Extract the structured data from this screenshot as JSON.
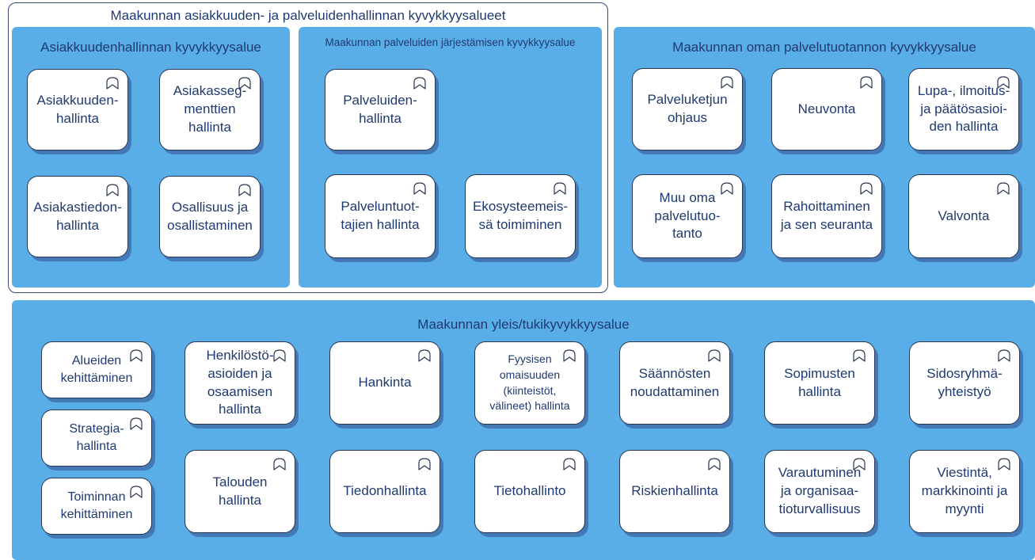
{
  "group": {
    "title": "Maakunnan asiakkuuden- ja palveluidenhallinnan kyvykkyysalueet"
  },
  "areas": {
    "asiakkuus": {
      "title": "Asiakkuudenhallinnan kyvykkyysalue",
      "items": [
        "Asiakkuuden-\nhallinta",
        "Asiakasseg-\nmenttien\nhallinta",
        "Asiakastiedon-\nhallinta",
        "Osallisuus ja\nosallistaminen"
      ]
    },
    "jarjestaminen": {
      "title": "Maakunnan palveluiden järjestämisen kyvykkyysalue",
      "items": [
        "Palveluiden-\nhallinta",
        "Palveluntuot-\ntajien hallinta",
        "Ekosysteemeis-\nsä toimiminen"
      ]
    },
    "tuotanto": {
      "title": "Maakunnan oman palvelutuotannon kyvykkyysalue",
      "items": [
        "Palveluketjun\nohjaus",
        "Neuvonta",
        "Lupa-, ilmoitus-\nja päätösasioi-\nden hallinta",
        "Muu oma\npalvelutuo-\ntanto",
        "Rahoittaminen\nja sen seuranta",
        "Valvonta"
      ]
    },
    "tuki": {
      "title": "Maakunnan yleis/tukikyvykkyysalue",
      "items": [
        "Alueiden\nkehittäminen",
        "Strategia-\nhallinta",
        "Toiminnan\nkehittäminen",
        "Henkilöstö-\nasioiden ja\nosaamisen\nhallinta",
        "Talouden\nhallinta",
        "Hankinta",
        "Tiedonhallinta",
        "Fyysisen\nomaisuuden\n(kiinteistöt,\nvälineet) hallinta",
        "Tietohallinto",
        "Säännösten\nnoudattaminen",
        "Riskienhallinta",
        "Sopimusten\nhallinta",
        "Varautuminen\nja organisaa-\ntioturvallisuus",
        "Sidosryhmä-\nyhteistyö",
        "Viestintä,\nmarkkinointi ja\nmyynti"
      ]
    }
  },
  "icon": "capability-icon",
  "colors": {
    "area": "#5aaee8",
    "text": "#1f3a70",
    "box": "#ffffff"
  }
}
